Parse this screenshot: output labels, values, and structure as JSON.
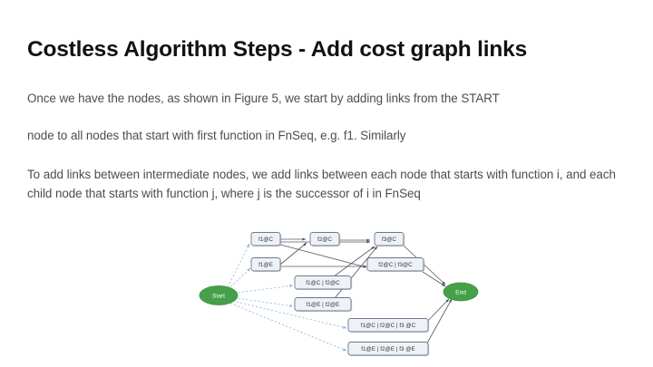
{
  "slide": {
    "title": "Costless Algorithm Steps - Add cost graph links",
    "paragraph1_line1": "Once we have the nodes, as shown in Figure 5, we start by adding links from the START",
    "paragraph1_line2": "node to all nodes that start with first function in FnSeq, e.g. f1. Similarly",
    "paragraph2": "To add links between intermediate nodes, we add links between each node that starts with function i, and each child node that starts with function j, where j is the successor of i in FnSeq"
  },
  "colors": {
    "title": "#111111",
    "body": "#4d4d4d",
    "terminal_fill": "#45a049",
    "node_fill": "#eef1f6",
    "node_border": "#6b7a90",
    "edge_solid": "#5a5a62",
    "edge_dotted": "#9dc0e0",
    "background": "#ffffff"
  },
  "graph": {
    "type": "directed-graph",
    "start_node": {
      "id": "start",
      "label": "Start",
      "shape": "ellipse"
    },
    "end_node": {
      "id": "end",
      "label": "End",
      "shape": "ellipse"
    },
    "nodes": [
      {
        "id": "f1c",
        "label": "f1@C"
      },
      {
        "id": "f2c",
        "label": "f2@C"
      },
      {
        "id": "f3c",
        "label": "f3@C"
      },
      {
        "id": "f1e",
        "label": "f1@E"
      },
      {
        "id": "f2cf3c",
        "label": "f2@C | f3@C"
      },
      {
        "id": "f1cf2c",
        "label": "f1@C | f2@C"
      },
      {
        "id": "f1ef2e",
        "label": "f1@E | f2@E"
      },
      {
        "id": "f1cf2cf3c",
        "label": "f1@C | f2@C | f3 @C"
      },
      {
        "id": "f1ef2ef3e",
        "label": "f1@E | f2@E | f3 @E"
      }
    ],
    "dotted_edges_from_start": [
      "f1c",
      "f1e",
      "f1cf2c",
      "f1ef2e",
      "f1cf2cf3c",
      "f1ef2ef3e"
    ],
    "solid_edges": [
      {
        "from": "f1c",
        "to": "f2c"
      },
      {
        "from": "f1c",
        "to": "f3c"
      },
      {
        "from": "f1c",
        "to": "f2cf3c"
      },
      {
        "from": "f1e",
        "to": "f2c"
      },
      {
        "from": "f1e",
        "to": "f2cf3c"
      },
      {
        "from": "f2c",
        "to": "f3c"
      },
      {
        "from": "f1cf2c",
        "to": "f3c"
      },
      {
        "from": "f1ef2e",
        "to": "f3c"
      },
      {
        "from": "f3c",
        "to": "end"
      },
      {
        "from": "f2cf3c",
        "to": "end"
      },
      {
        "from": "f1cf2cf3c",
        "to": "end"
      },
      {
        "from": "f1ef2ef3e",
        "to": "end"
      }
    ]
  }
}
